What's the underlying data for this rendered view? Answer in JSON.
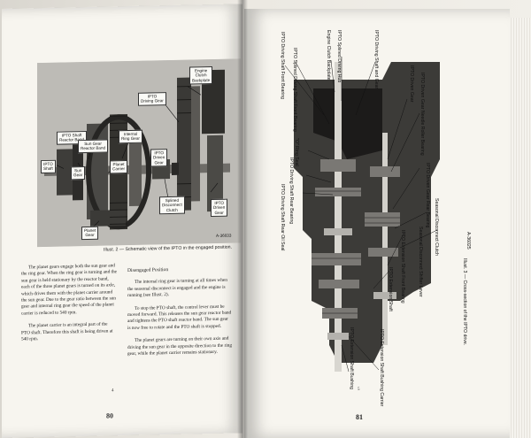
{
  "left_page": {
    "figure": {
      "labels": {
        "engine_clutch_backplate": "Engine\nClutch\nBackplate",
        "ipto_driving_gear": "IPTO\nDriving Gear",
        "ipto_shaft_reactor_band": "IPTO Shaft\nReactor Band",
        "sun_gear_reactor_band": "Sun Gear\nReactor Band",
        "internal_ring_gear": "Internal\nRing Gear",
        "ipto_shaft": "IPTO\nShaft",
        "sun_gear": "Sun\nGear",
        "planet_carrier": "Planet\nCarrier",
        "ipto_driven_gear_1": "IPTO\nDriven\nGear",
        "ipto_driven_gear_2": "IPTO\nDriven\nGear",
        "splined_disconnect_clutch": "Splined\nDisconnect\nClutch",
        "planet_gear": "Planet\nGear",
        "figure_code": "A-36033"
      },
      "caption": "Illust. 2 — Schematic view of the IPTO in the engaged position."
    },
    "col_a": {
      "p1": "The planet gears engage both the sun gear and the ring gear. When the ring gear is turning and the sun gear is held stationary by the reactor band, each of the three planet gears is turned on its axle, which drives them with the planet carrier around the sun gear. Due to the gear ratio between the sun gear and internal ring gear the speed of the planet carrier is reduced to 540 rpm.",
      "p2": "The planet carrier is an integral part of the PTO shaft. Therefore this shaft is being driven at 540 rpm."
    },
    "col_b": {
      "heading": "Disengaged Position",
      "p1": "The internal ring gear is turning at all times when the seasonal disconnect is engaged and the engine is running (see Illust. 2).",
      "p2": "To stop the PTO shaft, the control lever must be moved forward. This releases the sun gear reactor band and tightens the PTO shaft reactor band. The sun gear is now free to rotate and the PTO shaft is stopped.",
      "p3": "The planet gears are turning on their own axis and driving the sun gear in the opposite direction to the ring gear, while the planet carrier remains stationary."
    },
    "page_small": "4",
    "page_number": "80"
  },
  "right_page": {
    "figure": {
      "labels": {
        "l1": "IPTO Driving Shaft Front Bearing",
        "l2": "IPTO Splined Driving Shaft Front Bearing",
        "l3": "Engine Clutch Backplate",
        "l4": "IPTO Splined Driving Hub",
        "l5": "IPTO Driving Shaft and Gear",
        "l6": "IPTO Driven Gear",
        "l7": "IPTO Driven Gear Needle Roller Bearing",
        "l8": "\"O\" Ring Seal",
        "l9": "IPTO Driving Shaft Rear Bearing",
        "l10": "IPTO Driving Shaft Rear Oil Seal",
        "l11": "IPTO Driven Gear Rear Bearing",
        "l12": "Seasonal Disconnect Clutch",
        "l13": "Seasonal Disconnect Shifter Lever",
        "l14": "IPTO Extension Shaft Front Bearing",
        "l15": "IPTO Extension Shaft",
        "l16": "IPTO Extension Shaft Bushing",
        "l17": "IPTO Extension Shaft Bushing Carrier",
        "figure_code": "A-36025"
      },
      "caption": "Illust. 3 — Cross-section of the IPTO drive."
    },
    "page_small": "5",
    "page_number": "81"
  }
}
